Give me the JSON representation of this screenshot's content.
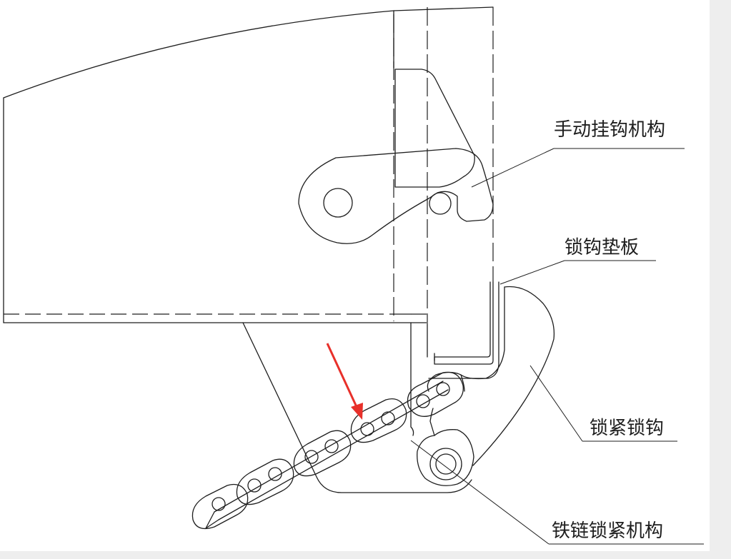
{
  "annotations": {
    "manual_hook": "手动挂钩机构",
    "hook_pad": "锁钩垫板",
    "lock_hook": "锁紧锁钩",
    "chain_lock": "铁链锁紧机构"
  },
  "colors": {
    "line": "#1e1e1e",
    "arrow": "#e8302a",
    "paper": "#ffffff",
    "margin": "#eeeeee"
  }
}
